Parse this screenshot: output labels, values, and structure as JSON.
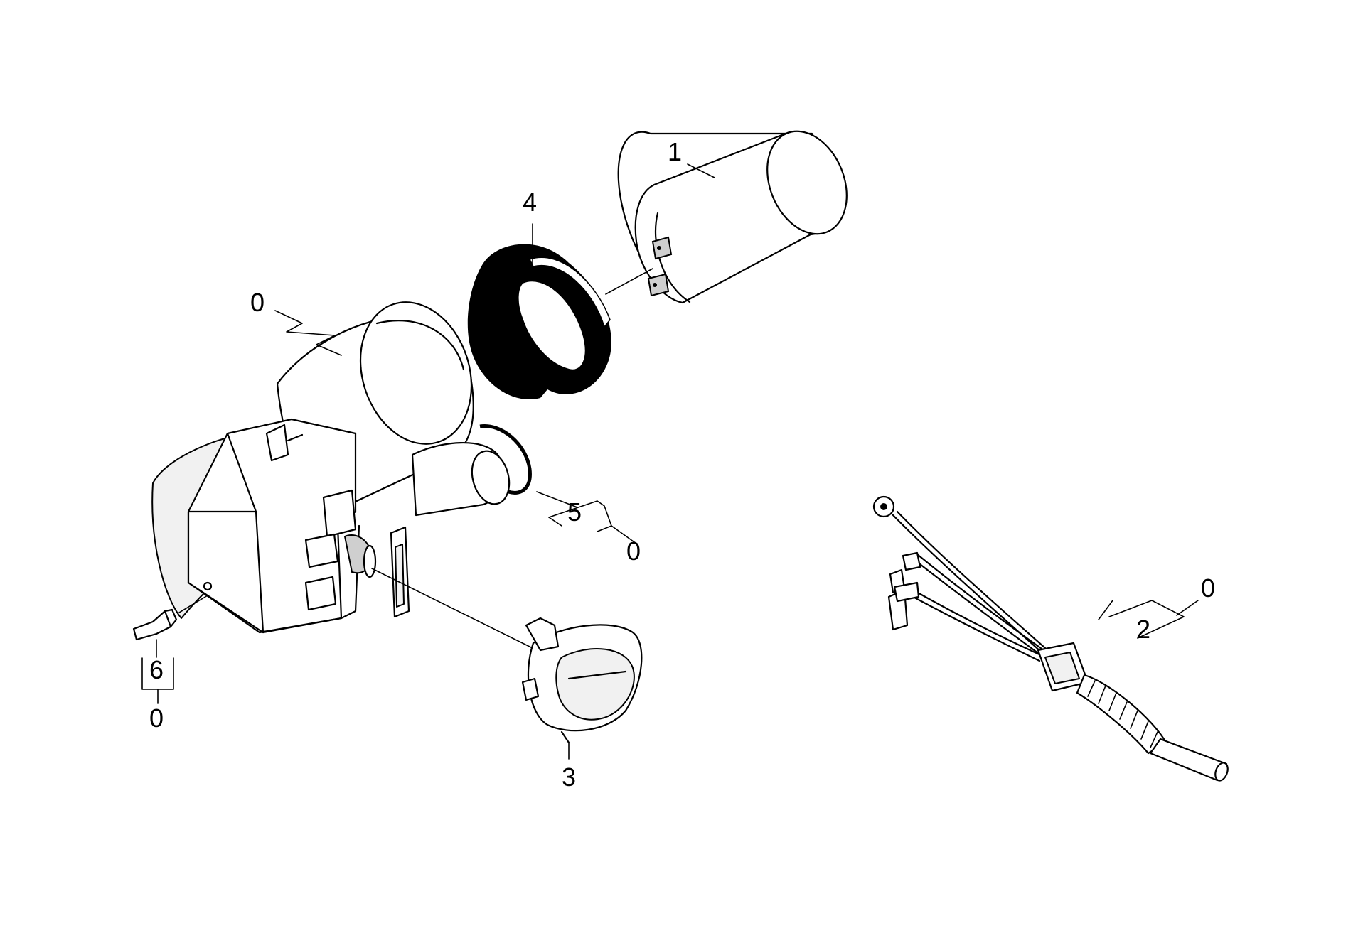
{
  "labels": {
    "capacitor": "1",
    "cable": "2",
    "knob": "3",
    "sleeve": "4",
    "seal": "5",
    "nozzle": "6",
    "motor_ref": "0",
    "seal_ref": "0",
    "nozzle_ref": "0",
    "cable_ref": "0"
  }
}
